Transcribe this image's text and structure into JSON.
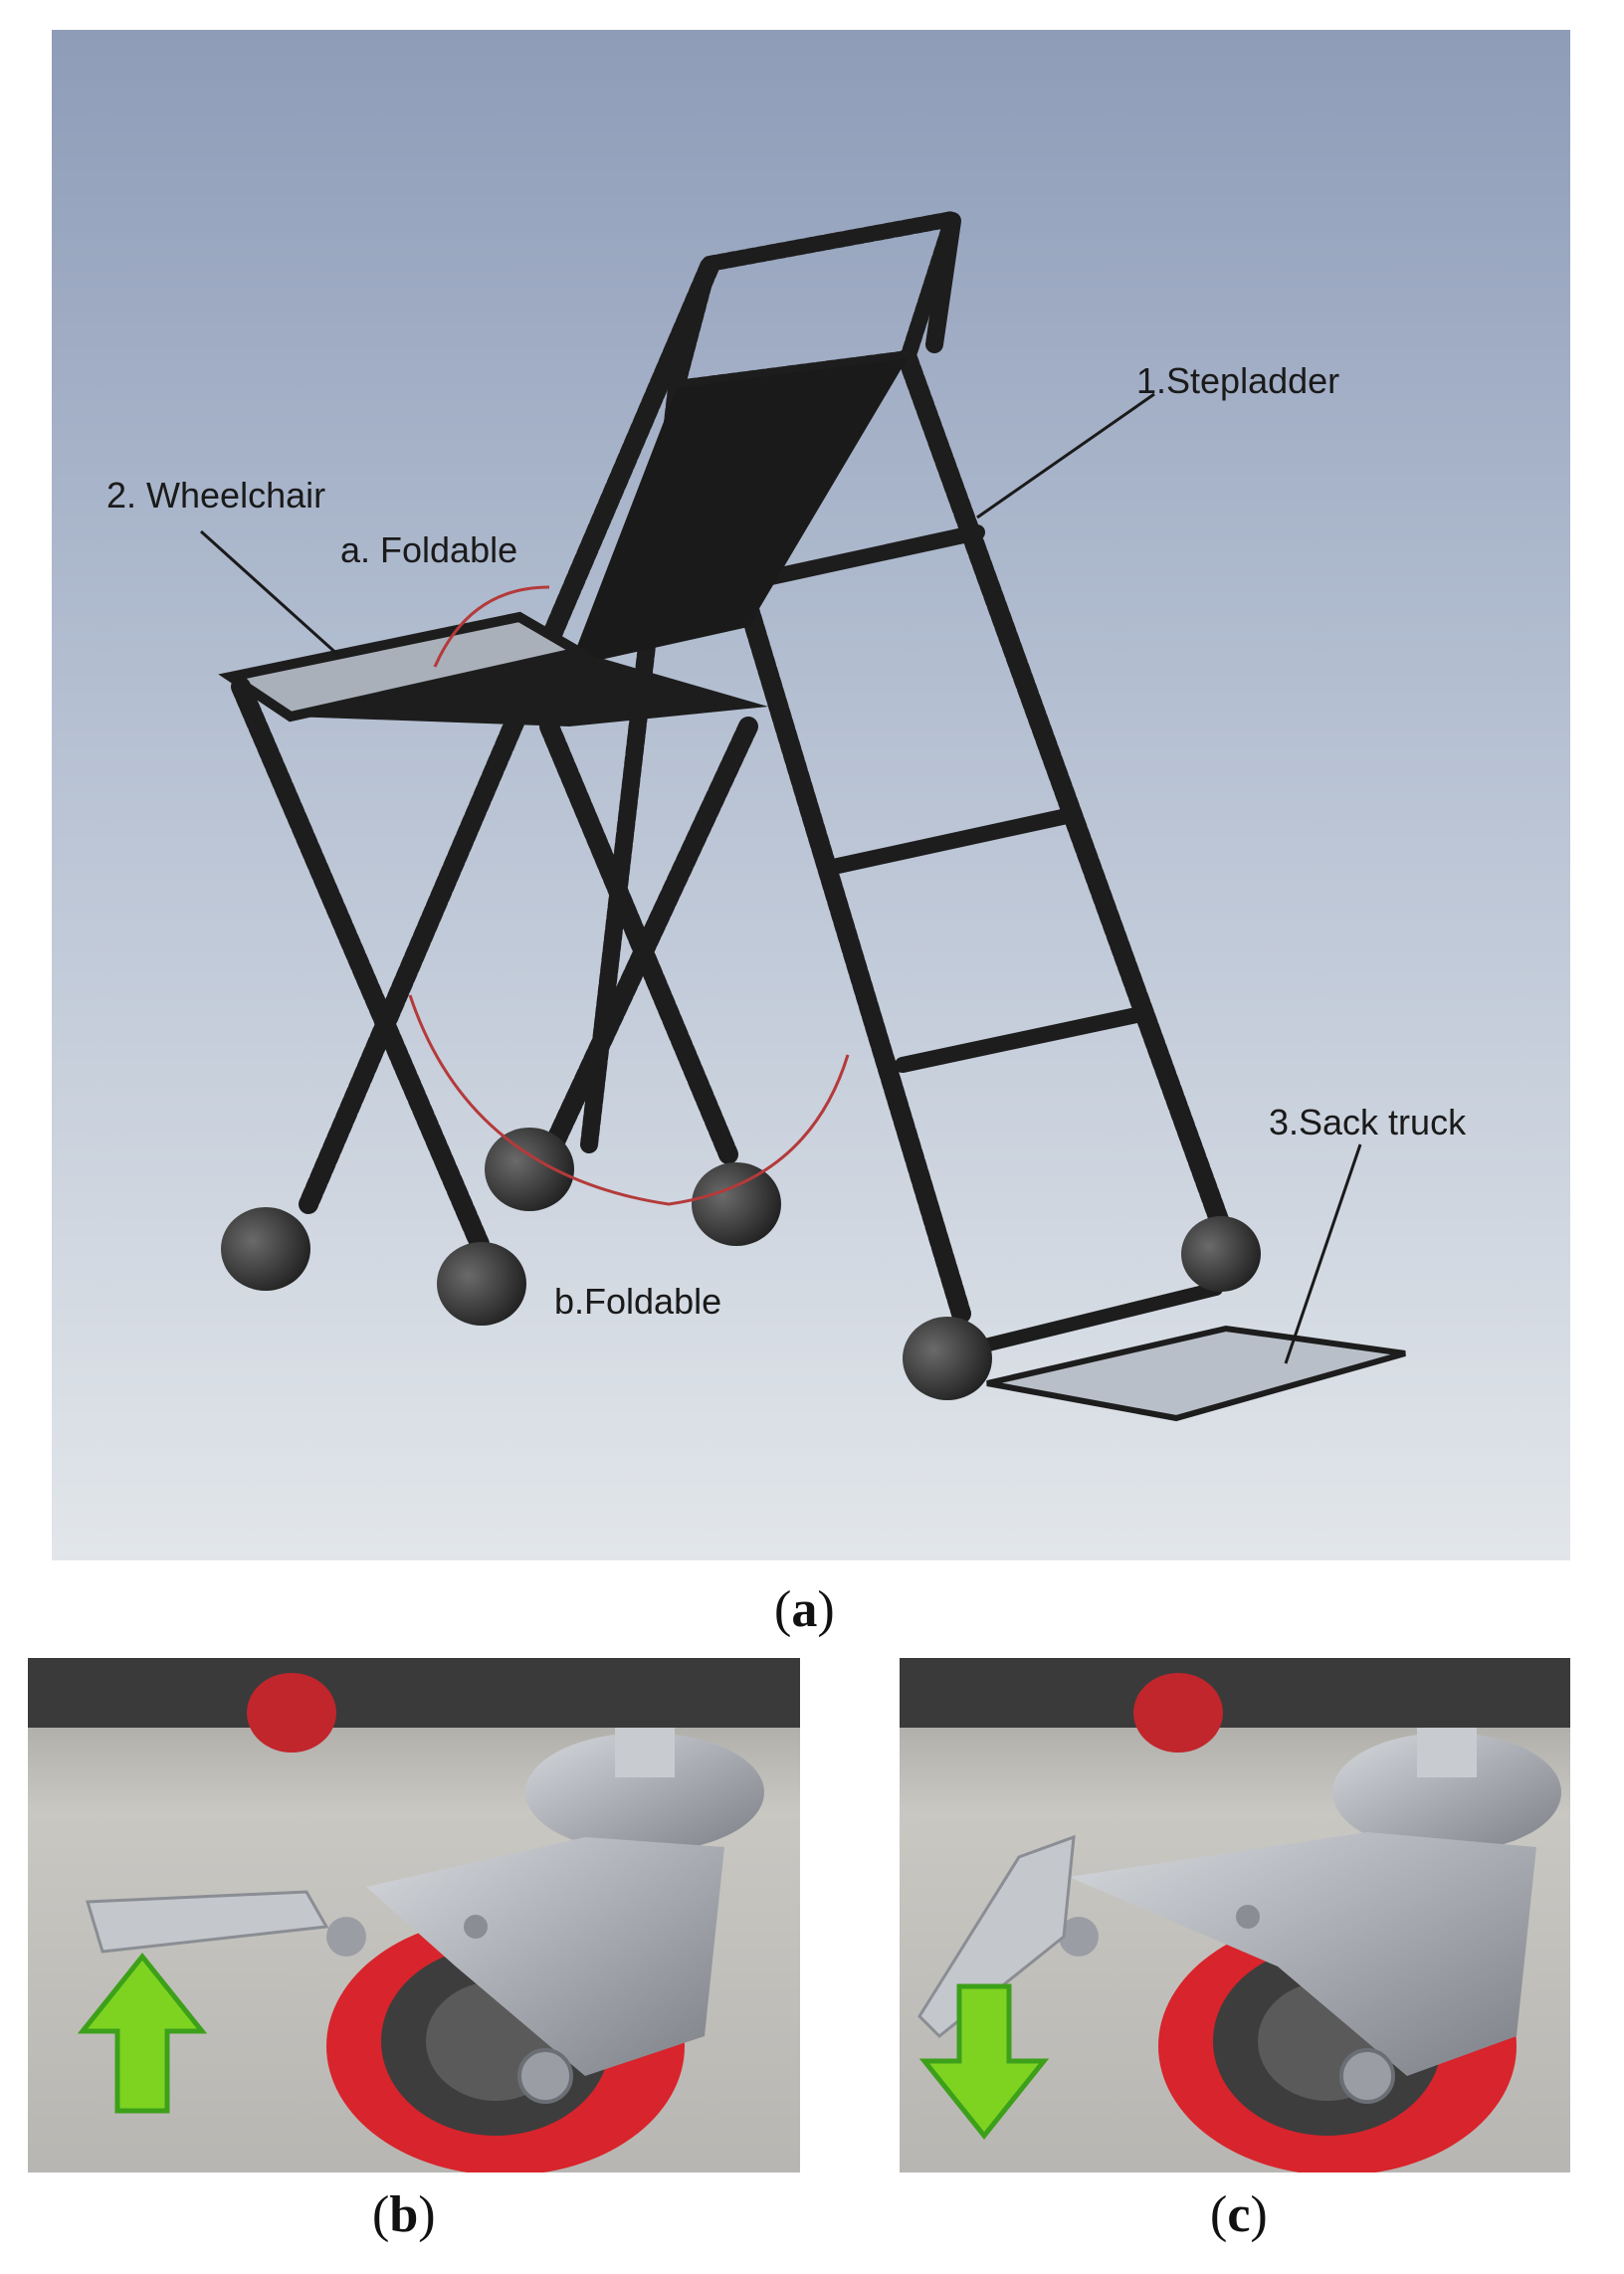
{
  "panel_a": {
    "labels": {
      "stepladder": "1.Stepladder",
      "wheelchair": "2. Wheelchair",
      "foldable_a": "a. Foldable",
      "foldable_b": "b.Foldable",
      "sack_truck": "3.Sack truck"
    }
  },
  "captions": {
    "a": "a",
    "b": "b",
    "c": "c"
  },
  "colors": {
    "render_background": "#b9c4d6",
    "frame": "#1d1d1d",
    "arrow_green": "#7ed321",
    "wheel_red": "#d8242c",
    "steel": "#b9bcc1"
  },
  "icons": {
    "arrow_b": "arrow-up-icon",
    "arrow_c": "arrow-down-icon"
  }
}
